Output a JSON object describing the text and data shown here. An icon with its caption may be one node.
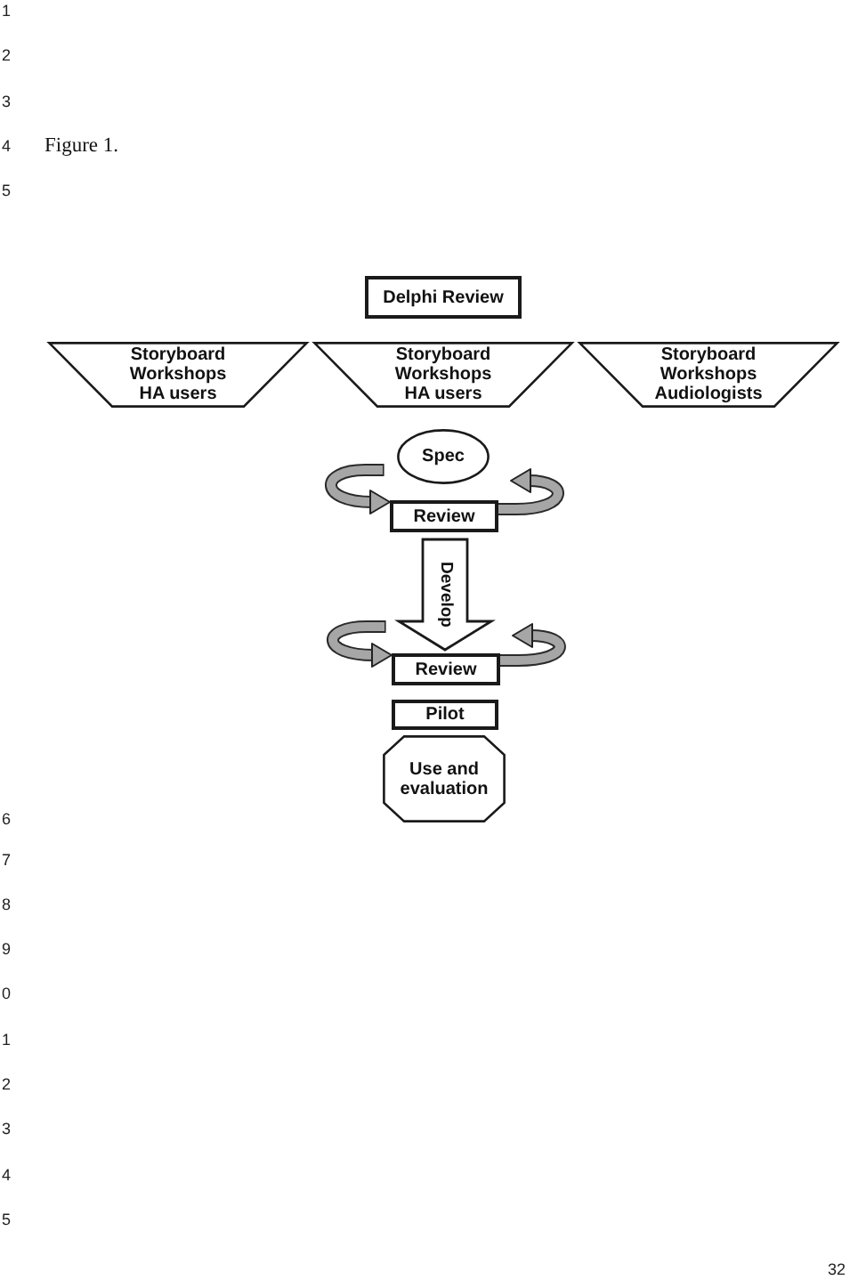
{
  "diagram": {
    "title": "Figure 1.",
    "nodes": [
      {
        "text": [
          "Delphi Review"
        ]
      },
      {
        "text": [
          "Storyboard Workshops HA users"
        ]
      },
      {
        "text": [
          "Storyboard Workshops HA users"
        ]
      },
      {
        "text": [
          "Storyboard Workshops Audiologists"
        ]
      },
      {
        "text": [
          "Spec"
        ]
      },
      {
        "text": [
          "Review"
        ]
      },
      {
        "text": [
          "Review"
        ]
      },
      {
        "text": [
          "Pilot"
        ]
      },
      {
        "text": [
          "Use and evaluation"
        ]
      }
    ],
    "edges": [
      {
        "from": 4,
        "to": 5,
        "arrow": "to",
        "color": "#a6a6a6"
      },
      {
        "from": 5,
        "to": 4,
        "arrow": "to",
        "color": "#a6a6a6"
      },
      {
        "from": 5,
        "to": 6,
        "arrow": "to",
        "label": "Develop",
        "style": "thick"
      },
      {
        "from": null,
        "to": 6,
        "arrow": "to",
        "color": "#a6a6a6"
      },
      {
        "from": 6,
        "to": 6,
        "arrow": "to",
        "color": "#a6a6a6"
      }
    ],
    "labels": [
      "1",
      "2",
      "3",
      "4",
      "5",
      "6",
      "7",
      "8",
      "9",
      "0",
      "1",
      "2",
      "3",
      "4",
      "5",
      "32"
    ]
  }
}
